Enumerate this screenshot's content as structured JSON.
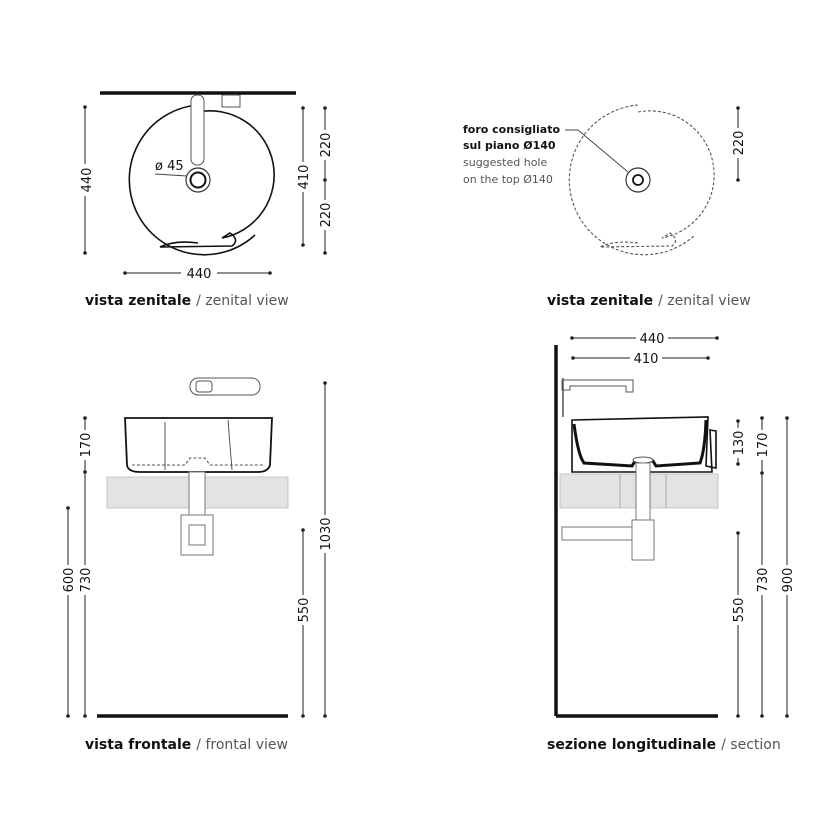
{
  "views": {
    "top_left": {
      "caption_bold": "vista zenitale",
      "caption_regular": "/ zenital view",
      "dims": {
        "height_total": "440",
        "width_total": "440",
        "depth_bowl": "410",
        "half_top": "220",
        "half_bottom": "220",
        "drain_diameter": "ø 45"
      }
    },
    "top_right": {
      "caption_bold": "vista zenitale",
      "caption_regular": "/ zenital view",
      "note_line1": "foro consigliato",
      "note_line2": "sul piano Ø140",
      "note_line3": "suggested hole",
      "note_line4": "on the top Ø140",
      "dims": {
        "half": "220"
      }
    },
    "bottom_left": {
      "caption_bold": "vista frontale",
      "caption_regular": "/ frontal view",
      "dims": {
        "basin_height": "170",
        "counter_600": "600",
        "counter_730": "730",
        "waste_550": "550",
        "tap_1030": "1030"
      }
    },
    "bottom_right": {
      "caption_bold": "sezione longitudinale",
      "caption_regular": "/ section",
      "dims": {
        "width_440": "440",
        "width_410": "410",
        "inner_130": "130",
        "basin_170": "170",
        "total_900": "900",
        "counter_730": "730",
        "waste_550": "550"
      }
    }
  }
}
